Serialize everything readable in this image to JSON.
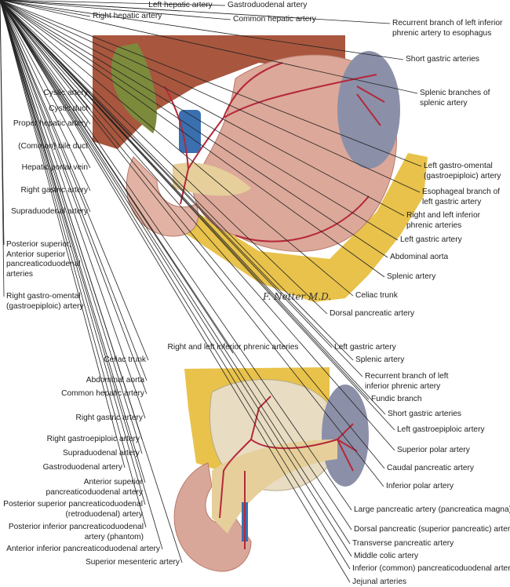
{
  "top_figure": {
    "labels": [
      [
        "Left hepatic artery"
      ],
      [
        "Right hepatic artery"
      ],
      [
        "Gastroduodenal artery"
      ],
      [
        "Common hepatic artery"
      ],
      [
        "Recurrent branch of left inferior",
        "phrenic artery to esophagus"
      ],
      [
        "Short gastric arteries"
      ],
      [
        "Splenic branches of",
        "splenic artery"
      ],
      [
        "Cystic artery"
      ],
      [
        "Cystic duct"
      ],
      [
        "Proper hepatic artery"
      ],
      [
        "(Common) bile duct"
      ],
      [
        "Hepatic portal vein"
      ],
      [
        "Right gastric artery"
      ],
      [
        "Supraduodenal artery"
      ],
      [
        "Posterior superior,",
        "Anterior superior",
        "pancreaticoduodenal",
        "arteries"
      ],
      [
        "Right gastro-omental",
        "(gastroepiploic) artery"
      ],
      [
        "Left gastro-omental",
        "(gastroepiploic) artery"
      ],
      [
        "Esophageal branch of",
        "left gastric artery"
      ],
      [
        "Right and left inferior",
        "phrenic arteries"
      ],
      [
        "Left gastric artery"
      ],
      [
        "Abdominal aorta"
      ],
      [
        "Splenic artery"
      ],
      [
        "Celiac trunk"
      ],
      [
        "Dorsal pancreatic artery"
      ]
    ],
    "signature": "F. Netter M.D."
  },
  "bottom_figure": {
    "labels": [
      [
        "Right and left inferior phrenic arteries"
      ],
      [
        "Left gastric artery"
      ],
      [
        "Splenic artery"
      ],
      [
        "Recurrent branch of left",
        "inferior phrenic artery"
      ],
      [
        "Fundic branch"
      ],
      [
        "Short gastric arteries"
      ],
      [
        "Left gastroepiploic artery"
      ],
      [
        "Superior polar artery"
      ],
      [
        "Caudal pancreatic artery"
      ],
      [
        "Inferior polar artery"
      ],
      [
        "Large pancreatic artery (pancreatica magna)"
      ],
      [
        "Dorsal pancreatic (superior pancreatic) artery"
      ],
      [
        "Transverse pancreatic artery"
      ],
      [
        "Middle colic artery"
      ],
      [
        "Inferior (common) pancreaticoduodenal artery"
      ],
      [
        "Jejunal arteries"
      ],
      [
        "Celiac trunk"
      ],
      [
        "Abdominal aorta"
      ],
      [
        "Common hepatic artery"
      ],
      [
        "Right gastric artery"
      ],
      [
        "Right gastroepiploic artery"
      ],
      [
        "Supraduodenal artery"
      ],
      [
        "Gastroduodenal artery"
      ],
      [
        "Anterior superior",
        "pancreaticoduodenal artery"
      ],
      [
        "Posterior superior pancreaticoduodenal",
        "(retroduodenal) artery"
      ],
      [
        "Posterior inferior pancreaticoduodenal",
        "artery (phantom)"
      ],
      [
        "Anterior inferior pancreaticoduodenal artery"
      ],
      [
        "Superior mesenteric artery"
      ]
    ]
  },
  "colors": {
    "artery": "#b5283a",
    "stomach": "#d9a79a",
    "fat": "#e8c24a",
    "spleen": "#8c8fa8",
    "liver": "#a8563e",
    "gallbladder": "#7c8a3c",
    "vein": "#3a6fb0",
    "pancreas": "#e6cf9a"
  }
}
